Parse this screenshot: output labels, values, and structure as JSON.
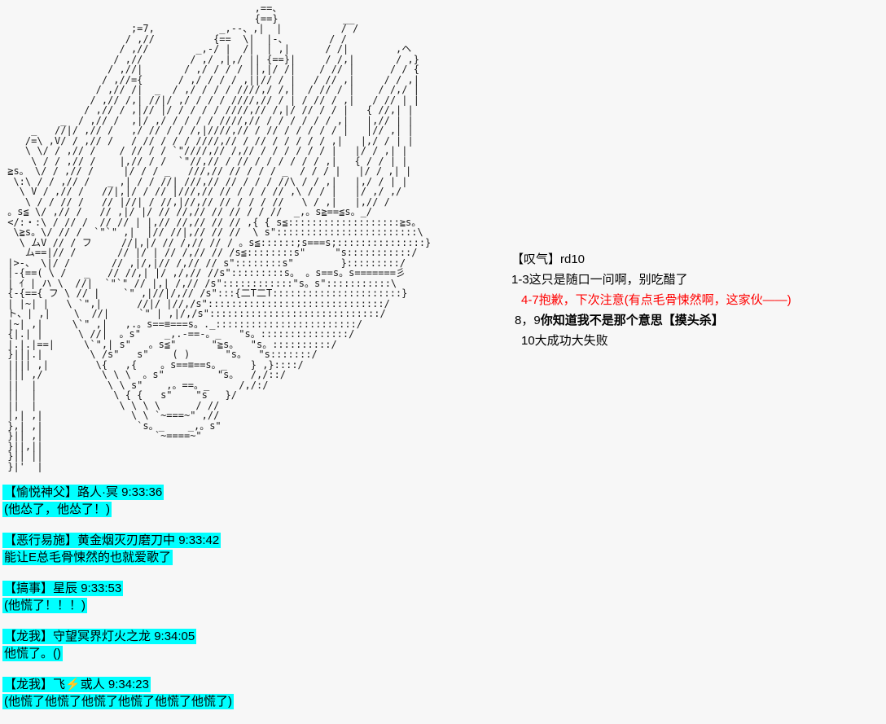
{
  "page": {
    "background": "#f7f7f7",
    "text_color": "#000000",
    "highlight_color": "#00ffff",
    "alert_color": "#ff0000"
  },
  "ascii_art": {
    "lines": [
      "                                           ,==、",
      "                                           {==}           __",
      "                      ;=7,           _,--、,|  |          / /",
      "                     / ,//          {==  \\|  |-、       / /",
      "                    / ,//        _,-/ |  /|  | ,|      / /|        ,ヘ",
      "                   / ,//        / ,/ ,|,/ || {==}|     / /,|       / ,}",
      "                  / ,//|       / ,/ / / / ||,|/ /|    / // |      / / {",
      "                 / ,//={      / ,/ / / / ,||// / |   / // ,|     / / ,|",
      "                / ,// /|  _  / ,/ / / / ////,/ /,|  / // / |    / /,/ |",
      "               / ,// /,| //|/ ,/ / / / ////,// / | / // / ,|   / // | |",
      "              / ,// / ,|// |/ / / / / ////,// /,|/ // / / |   { //,| |",
      "          _  / ,// /  ,|/ ,/ / / / / ////,// / / / / / / ,|   |,// | |",
      "     _   //|/ ,// /   ,/ // / / /,|////,// / // / / / / / |   |// ,| |",
      "    /=\\ ,V/ / ,// /   / // / / / ////,// / // / / / / / ,|   |,/ / | |",
      "    \\ \\/ / ,// /    / // / / `\"////,// /,// / / / / / / |   |/ / ,| |",
      "     \\ / / ,// /    |,// / /  `\"//,// / // / / / / / / ,|   { / / | |",
      " ≧s。 \\/ / ,// /     |/ / / _   ///,// // / / / _  / / / |   |/ / ,| |",
      "  \\:\\ / / ,// /   _ ,| / / //| ///,// // / / / //\\ / / ,|   |,/ / | |",
      "   \\ V / ,// /   //|,|/ / // |///,// // / / / // ,\\ / / |   |/ ,/ ,/",
      "    \\ / / // /   // |//| / //,|//,// // / / / //   \\ / ,|   |,// /",
      " 。s≦ \\/ ,// /   // ,|/ |/ // //,// // // / / //  _,。s≧==≦s。_/",
      " </:・:\\ / // /  // // | |,// //,// // // ,{ { s≦:::::::::::::::::::≧s。",
      "  \\≧s。\\/ // /  `\"`\" ,|  |// //|,// // //  \\ s\"::::::::::::::::::::::::\\",
      "   \\ ムV // / フ     //|,|/ // /,// // / 。s≦::::::;s===s;:::::::::::::::}",
      "    ム==|// /       // |/ | // /,// // /s≦::::::::s\"     \"s:::::::::::/",
      " |>-、 \\|/ /       // ,|/,|// /,// // s\"::::::::s\"        }:::::::::/",
      " |-{==( \\ /   _   // //,| |/ ,/,// //s\":::::::::s。 。s==s。s=======彡",
      " | ｲ | ハ \\  //|  `\"`\" // |,| /,// /s\"::::::::::::\"s。s\":::::::::::\\",
      " {-{=={ フ \\ // |    `\" ,|//|/,// /s\":::{二T二T::::::::::::::::::::::}",
      " | |~| |   \\ `\",|      //|/ |//,/s\"::::::::::::::::::::::::::::::/",
      " ト、| ,|    \\  //|     `\" | ,|/,/s\":::::::::::::::::::::::::::::/",
      " |~| ,|     \\`\" ,|   ,.。s==≡===s。._::::::::::::::::::::::::/",
      " {|.| |      \\ //|  。s\"    _,.-==-。_   \"s。:::::::::::::::/",
      " |.|.|==|     \\`\",| s\"   。s≦\"      \"≧s。  \"s。::::::::::/",
      " }|||.|        \\ /s\"   s\"    ( )      \"s。  \"s:::::::/",
      " |||| ,|        \\{   ,{    。s==≡==s。_    } ,}::::/",
      " ||| ,/          \\ \\ \\  。s\"         \"s。  /,/::/",
      " ||  |            \\ \\ s\"    ,。==。_     /,/:/",
      " ||  |             \\ { {   s\"    \"s   }/",
      " ||  |              \\ \\ \\ \\      / //",
      " |,| ,|               \\ \\ `~===~\" ,//",
      " },| ,|                `s。_    _,。s\"",
      " }|| ,|                   `~====~\"",
      " }||,||",
      " }|| ||",
      " }|'  |"
    ]
  },
  "dice_block": {
    "header": "【叹气】rd10",
    "option1": "1-3这只是随口一问啊，别吃醋了",
    "option2": "4-7抱歉，下次注意(有点毛骨悚然啊，这家伙——)",
    "option3_prefix": "8，9",
    "option3_bold": "你知道我不是那个意思【摸头杀】",
    "option4": "10大成功大失败"
  },
  "chat": {
    "messages": [
      {
        "author": "【愉悦神父】路人·冥",
        "time": "9:33:36",
        "content": "(他怂了，他怂了！)"
      },
      {
        "author": "【恶行易施】黄金烟灭刃磨刀中",
        "time": "9:33:42",
        "content": "能让E总毛骨悚然的也就爱歌了"
      },
      {
        "author": "【搞事】星辰",
        "time": "9:33:53",
        "content": "(他慌了！！！)"
      },
      {
        "author": "【龙我】守望冥界灯火之龙",
        "time": "9:34:05",
        "content": "他慌了。()"
      },
      {
        "author": "【龙我】飞⚡或人",
        "time": "9:34:23",
        "content": "(他慌了他慌了他慌了他慌了他慌了他慌了)"
      }
    ]
  }
}
